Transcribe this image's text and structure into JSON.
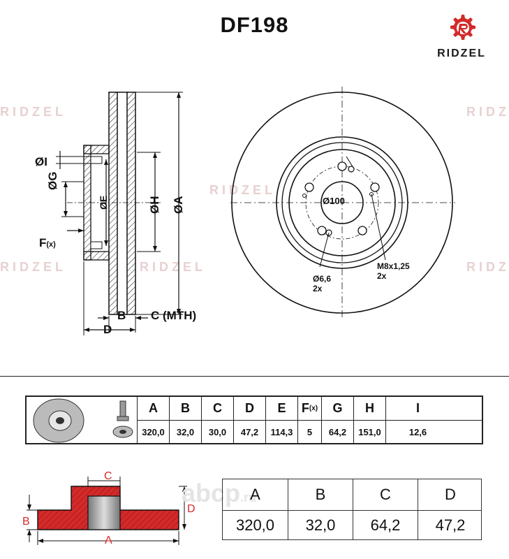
{
  "title": "DF198",
  "brand": {
    "name": "RIDZEL",
    "color": "#d42a2a"
  },
  "watermark": "RIDZEL",
  "diagram": {
    "dim_labels": {
      "I": "ØI",
      "G": "ØG",
      "E": "ØE",
      "H": "ØH",
      "A": "ØA",
      "F": "F",
      "F_sub": "(x)",
      "B": "B",
      "C": "C (MTH)",
      "D": "D"
    },
    "front_labels": {
      "pcd": "Ø100",
      "thread_1": "M8x1,25",
      "thread_2": "2x",
      "hole_1": "Ø6,6",
      "hole_2": "2x"
    }
  },
  "spec_table": {
    "headers": [
      "A",
      "B",
      "C",
      "D",
      "E",
      "F",
      "G",
      "H",
      "I"
    ],
    "f_suffix": "(x)",
    "values": [
      "320,0",
      "32,0",
      "30,0",
      "47,2",
      "114,3",
      "5",
      "64,2",
      "151,0",
      "12,6"
    ]
  },
  "bottom": {
    "section_labels": {
      "A": "A",
      "B": "B",
      "C": "C",
      "D": "D"
    },
    "overlay": {
      "main": "abcp",
      "suffix": ".ru"
    },
    "headers": [
      "A",
      "B",
      "C",
      "D"
    ],
    "values": [
      "320,0",
      "32,0",
      "64,2",
      "47,2"
    ],
    "section_color": "#d42a2a"
  }
}
